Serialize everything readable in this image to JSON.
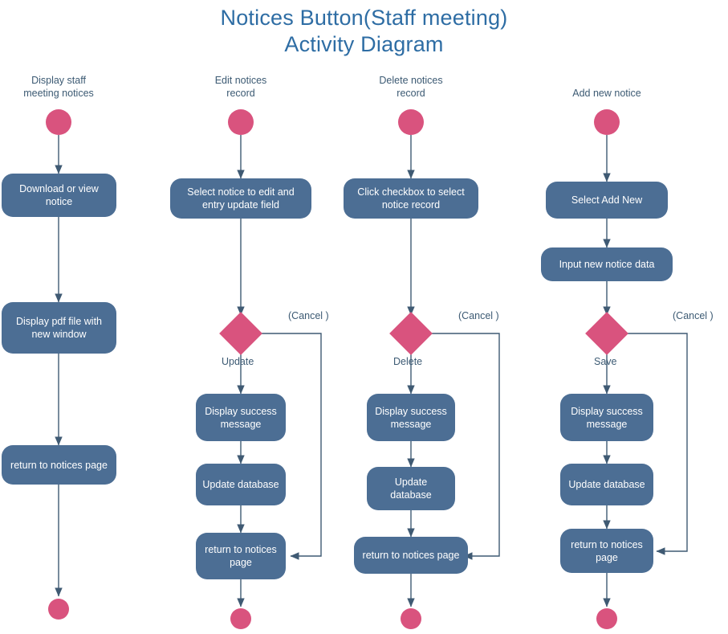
{
  "title": "Notices Button(Staff meeting)\nActivity Diagram",
  "colors": {
    "title": "#2e6da4",
    "label": "#3c5a73",
    "action_fill": "#4c6e94",
    "action_text": "#ffffff",
    "node_fill": "#d9537e",
    "edge": "#3f5a73",
    "background": "#ffffff"
  },
  "diagram": {
    "type": "uml-activity-diagram",
    "lanes": [
      {
        "id": "lane-display",
        "caption": "Display staff\nmeeting notices",
        "start_node": "initial-node",
        "end_node": "final-node",
        "actions": [
          "Download or view\nnotice",
          "Display pdf file with\nnew window",
          "return to notices page"
        ],
        "decision": null,
        "decision_labels": {
          "yes": null,
          "cancel": null
        }
      },
      {
        "id": "lane-edit",
        "caption": "Edit notices\nrecord",
        "start_node": "initial-node",
        "end_node": "final-node",
        "actions": [
          "Select notice to edit and\nentry update field",
          "Display success\nmessage",
          "Update database",
          "return to notices\npage"
        ],
        "decision": "decision-node",
        "decision_labels": {
          "yes": "Update",
          "cancel": "(Cancel )"
        }
      },
      {
        "id": "lane-delete",
        "caption": "Delete notices\nrecord",
        "start_node": "initial-node",
        "end_node": "final-node",
        "actions": [
          "Click checkbox to select\nnotice record",
          "Display success\nmessage",
          "Update database",
          "return to notices page"
        ],
        "decision": "decision-node",
        "decision_labels": {
          "yes": "Delete",
          "cancel": "(Cancel )"
        }
      },
      {
        "id": "lane-add",
        "caption": "Add new notice",
        "start_node": "initial-node",
        "end_node": "final-node",
        "actions": [
          "Select Add New",
          "Input new notice data",
          "Display success\nmessage",
          "Update database",
          "return to notices\npage"
        ],
        "decision": "decision-node",
        "decision_labels": {
          "yes": "Save",
          "cancel": "(Cancel )"
        }
      }
    ]
  }
}
